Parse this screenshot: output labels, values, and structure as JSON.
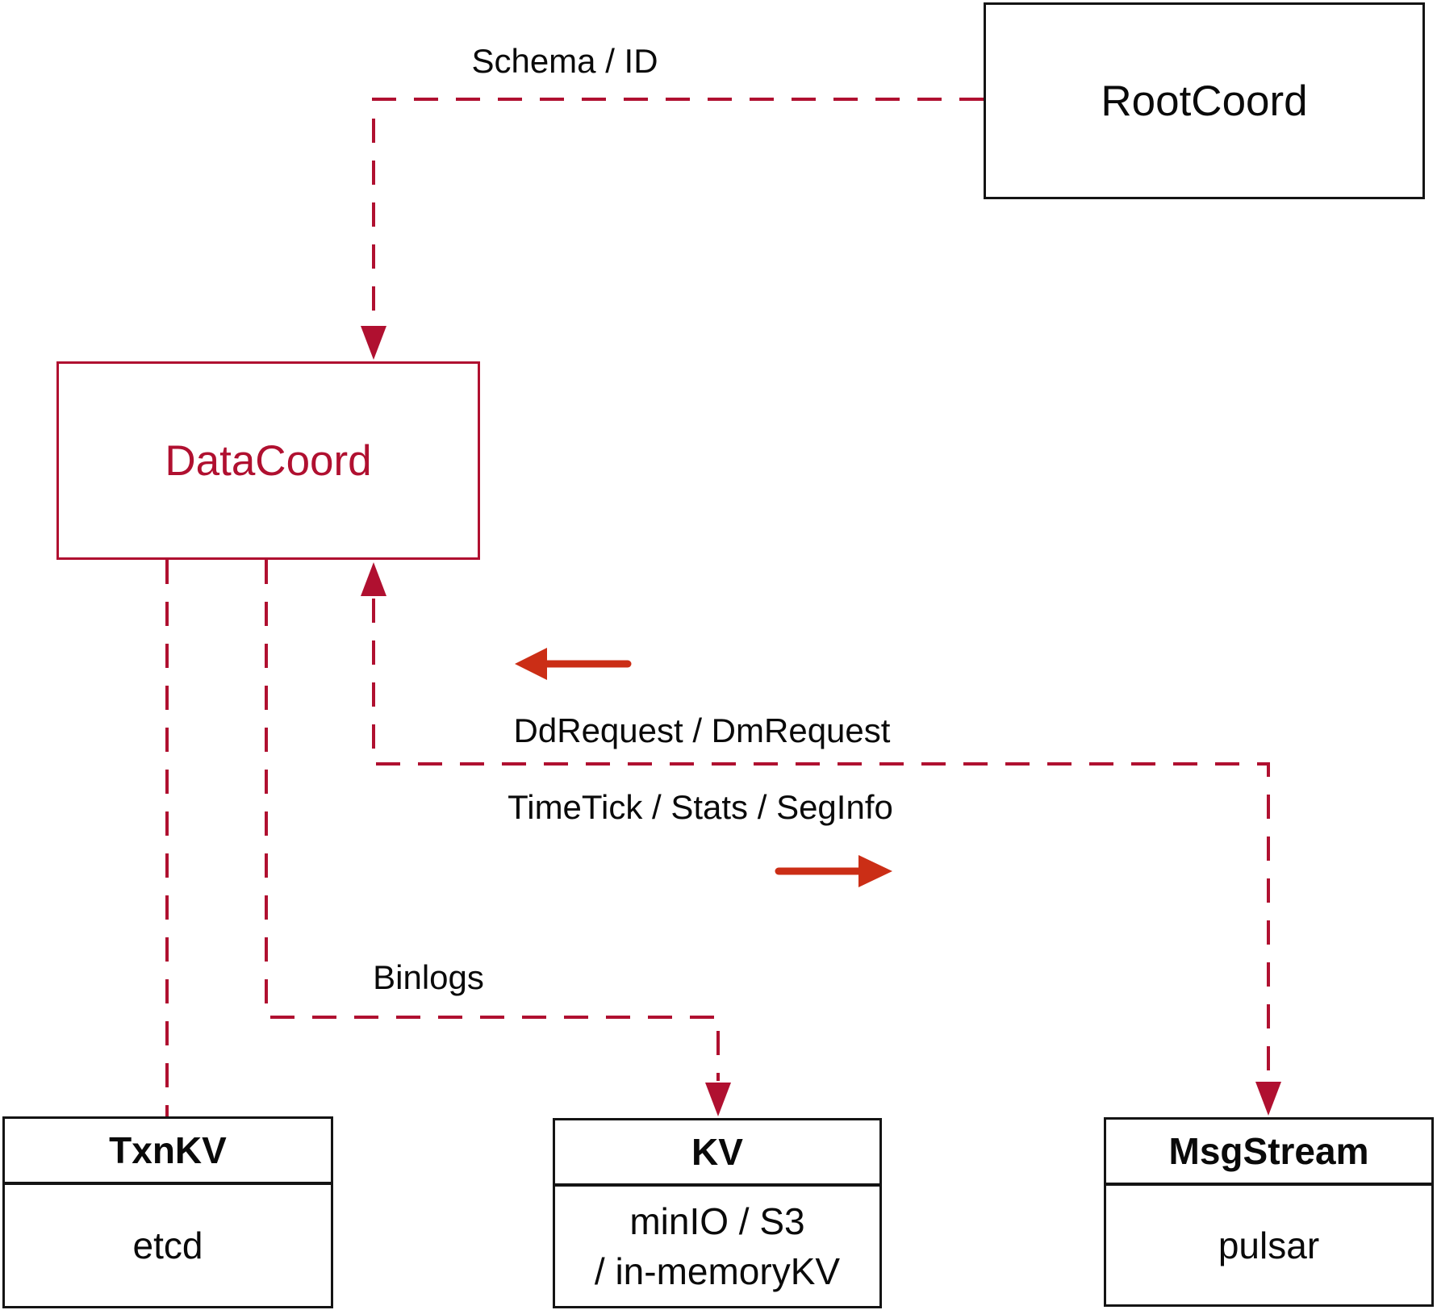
{
  "colors": {
    "dashed_red": "#b01030",
    "solid_red": "#cb2e16",
    "box_black": "#141414",
    "text_black": "#0a0a0a",
    "bg": "#ffffff"
  },
  "nodes": {
    "rootcoord": {
      "label": "RootCoord"
    },
    "datacoord": {
      "label": "DataCoord"
    },
    "txnkv": {
      "header": "TxnKV",
      "body": "etcd"
    },
    "kv": {
      "header": "KV",
      "body_line1": "minIO / S3",
      "body_line2": "/ in-memoryKV"
    },
    "msgstream": {
      "header": "MsgStream",
      "body": "pulsar"
    }
  },
  "edges": [
    {
      "id": "schema-id",
      "from": "RootCoord",
      "to": "DataCoord",
      "label": "Schema / ID",
      "style": "dashed",
      "arrowhead": "DataCoord-top"
    },
    {
      "id": "datacoord-txnkv",
      "from": "DataCoord",
      "to": "TxnKV",
      "label": "",
      "style": "dashed",
      "arrowhead": "none"
    },
    {
      "id": "binlogs",
      "from": "DataCoord",
      "to": "KV",
      "label": "Binlogs",
      "style": "dashed",
      "arrowhead": "KV-top"
    },
    {
      "id": "dd-dm-request",
      "from": "MsgStream",
      "to": "DataCoord",
      "label": "DdRequest / DmRequest",
      "style": "dashed",
      "arrowhead": "DataCoord-bottom"
    },
    {
      "id": "timetick-stats-seginfo",
      "from": "DataCoord",
      "to": "MsgStream",
      "label": "TimeTick / Stats / SegInfo",
      "style": "dashed",
      "arrowhead": "MsgStream-top"
    }
  ]
}
